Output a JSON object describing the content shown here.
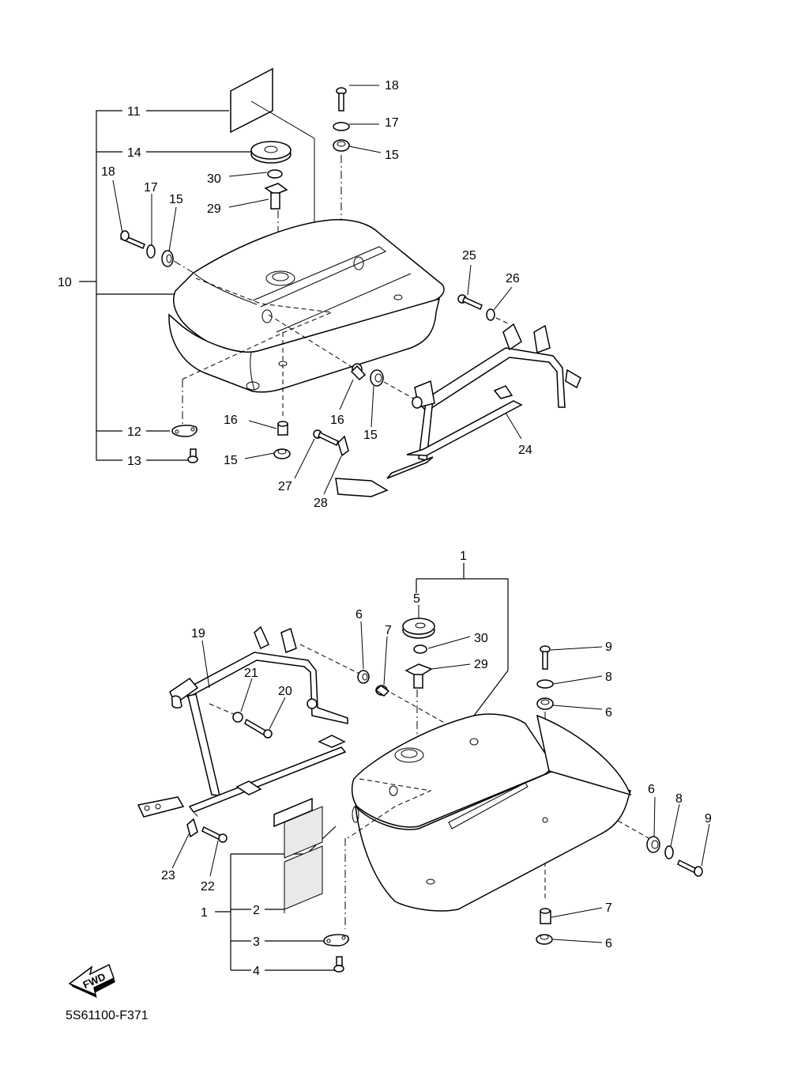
{
  "diagram": {
    "code": "5S61100-F371",
    "fwd_label": "FWD",
    "labels": {
      "l1_top": "1",
      "l1_left": "1",
      "l2": "2",
      "l3": "3",
      "l4": "4",
      "l5": "5",
      "l6_a": "6",
      "l6_b": "6",
      "l6_c": "6",
      "l6_d": "6",
      "l7_a": "7",
      "l7_b": "7",
      "l8_a": "8",
      "l8_b": "8",
      "l9_a": "9",
      "l9_b": "9",
      "l10": "10",
      "l11": "11",
      "l12": "12",
      "l13": "13",
      "l14": "14",
      "l15_a": "15",
      "l15_b": "15",
      "l15_c": "15",
      "l15_d": "15",
      "l16_a": "16",
      "l16_b": "16",
      "l17_a": "17",
      "l17_b": "17",
      "l18_a": "18",
      "l18_b": "18",
      "l19": "19",
      "l20": "20",
      "l21": "21",
      "l22": "22",
      "l23": "23",
      "l24": "24",
      "l25": "25",
      "l26": "26",
      "l27": "27",
      "l28": "28",
      "l29_a": "29",
      "l29_b": "29",
      "l30_a": "30",
      "l30_b": "30"
    }
  }
}
